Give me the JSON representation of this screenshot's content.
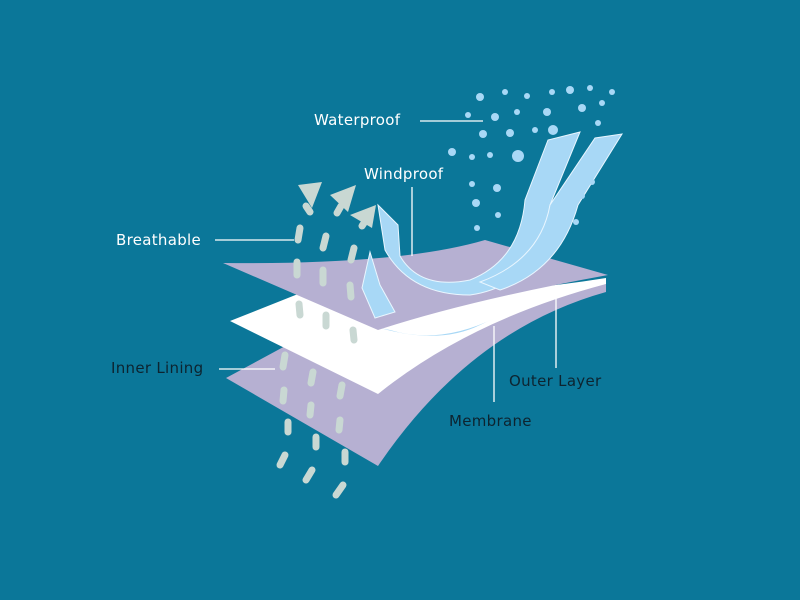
{
  "labels": {
    "waterproof": "Waterproof",
    "windproof": "Windproof",
    "breathable": "Breathable",
    "inner_lining": "Inner Lining",
    "outer_layer": "Outer Layer",
    "membrane": "Membrane"
  },
  "colors": {
    "background": "#0b7799",
    "layer": "#b6b0d2",
    "membrane": "#ffffff",
    "wind": "#a8d8f6",
    "vapor": "#c9d8d3",
    "drop": "#a8d8f6"
  }
}
